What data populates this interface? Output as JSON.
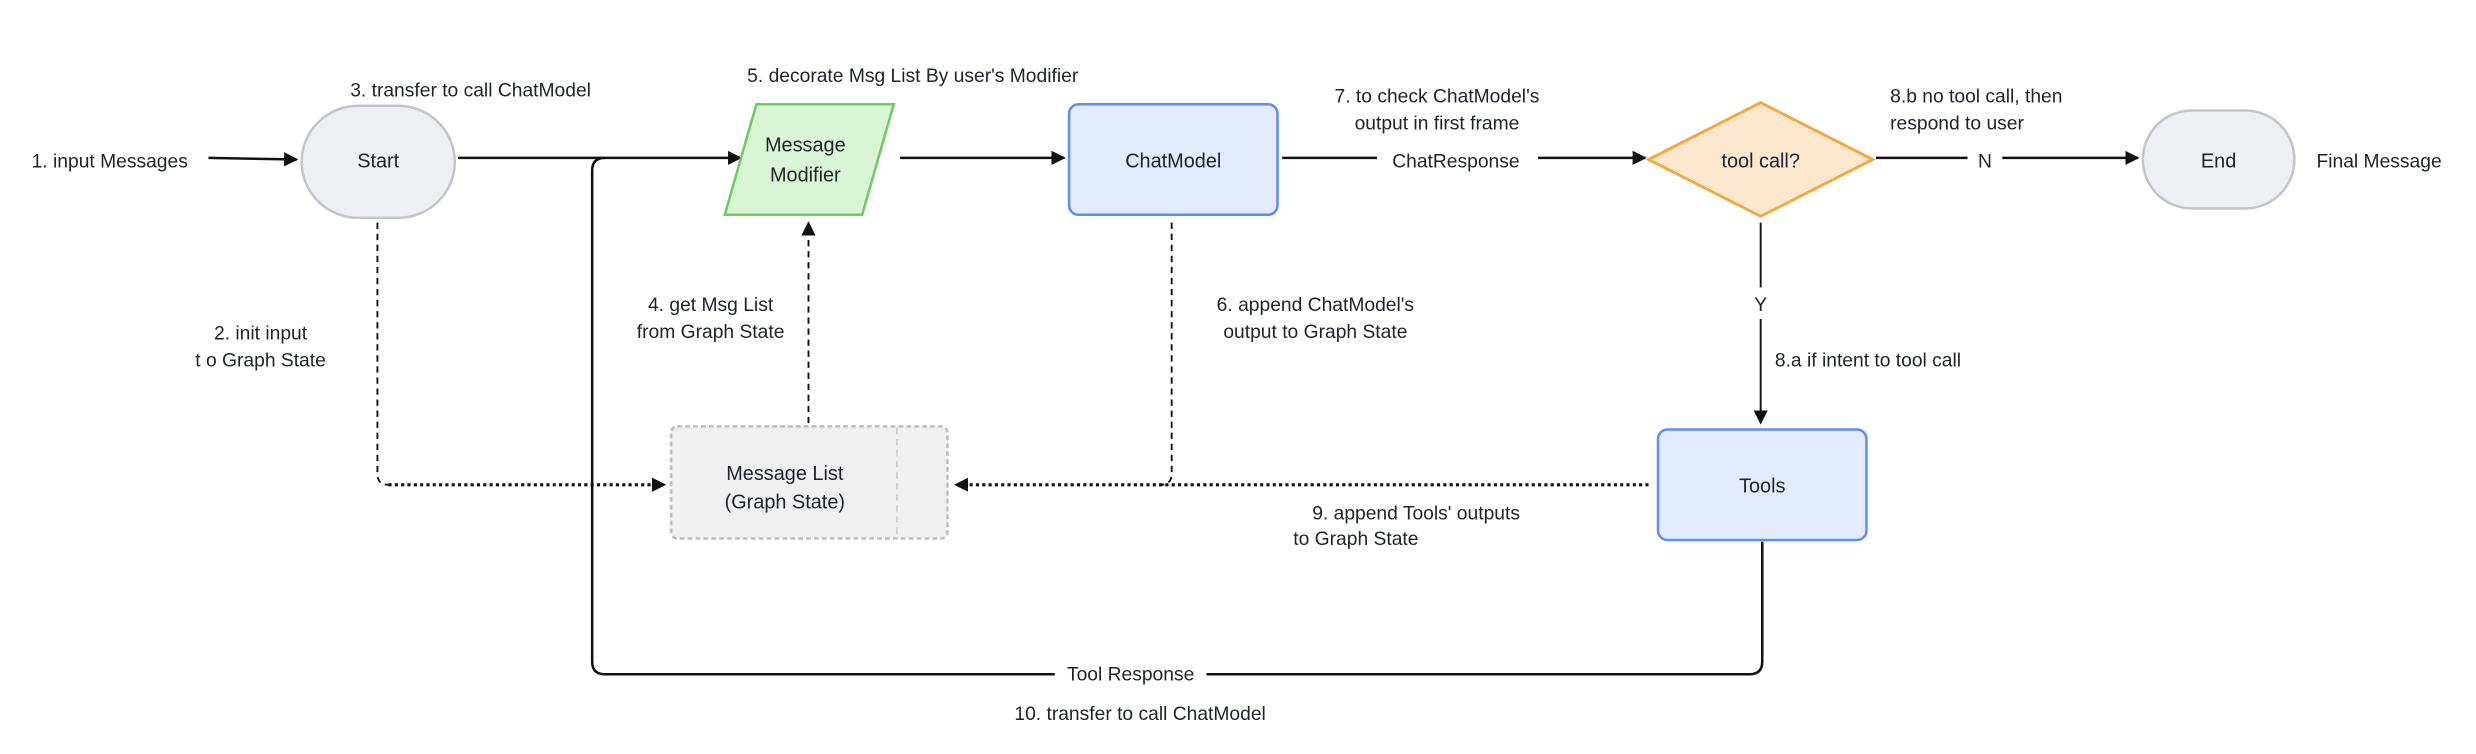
{
  "colors": {
    "terminal_fill": "#eeeff2",
    "terminal_stroke": "#c4c5c8",
    "modifier_fill": "#d9f5d6",
    "modifier_stroke": "#6ccb63",
    "process_fill": "#e2eafc",
    "process_stroke": "#5b8ff5",
    "decision_fill": "#fde8cf",
    "decision_stroke": "#f5a73d",
    "state_fill": "#f0f0f0",
    "state_stroke": "#bdbdbd"
  },
  "nodes": {
    "start": "Start",
    "modifier_line1": "Message",
    "modifier_line2": "Modifier",
    "chatmodel": "ChatModel",
    "decision": "tool call?",
    "end": "End",
    "tools": "Tools",
    "state_line1": "Message List",
    "state_line2": "(Graph State)"
  },
  "labels": {
    "input": "1. input Messages",
    "init_line1": "2. init input",
    "init_line2": "t o Graph State",
    "transfer": "3. transfer to call ChatModel",
    "get_line1": "4. get Msg List",
    "get_line2": "from Graph State",
    "decorate": "5. decorate Msg List By user's Modifier",
    "append_line1": "6. append ChatModel's",
    "append_line2": "output to Graph State",
    "check_line1": "7. to check ChatModel's",
    "check_line2": "output in first frame",
    "chat_response": "ChatResponse",
    "intent": "8.a if intent to tool  call",
    "yes": "Y",
    "no_line1": "8.b no tool call, then",
    "no_line2": "respond to user",
    "no": "N",
    "final": "Final Message",
    "tools_append_line1": "9. append Tools' outputs",
    "tools_append_line2": "to Graph State",
    "tool_response": "Tool Response",
    "transfer_back": "10. transfer to  call ChatModel"
  }
}
